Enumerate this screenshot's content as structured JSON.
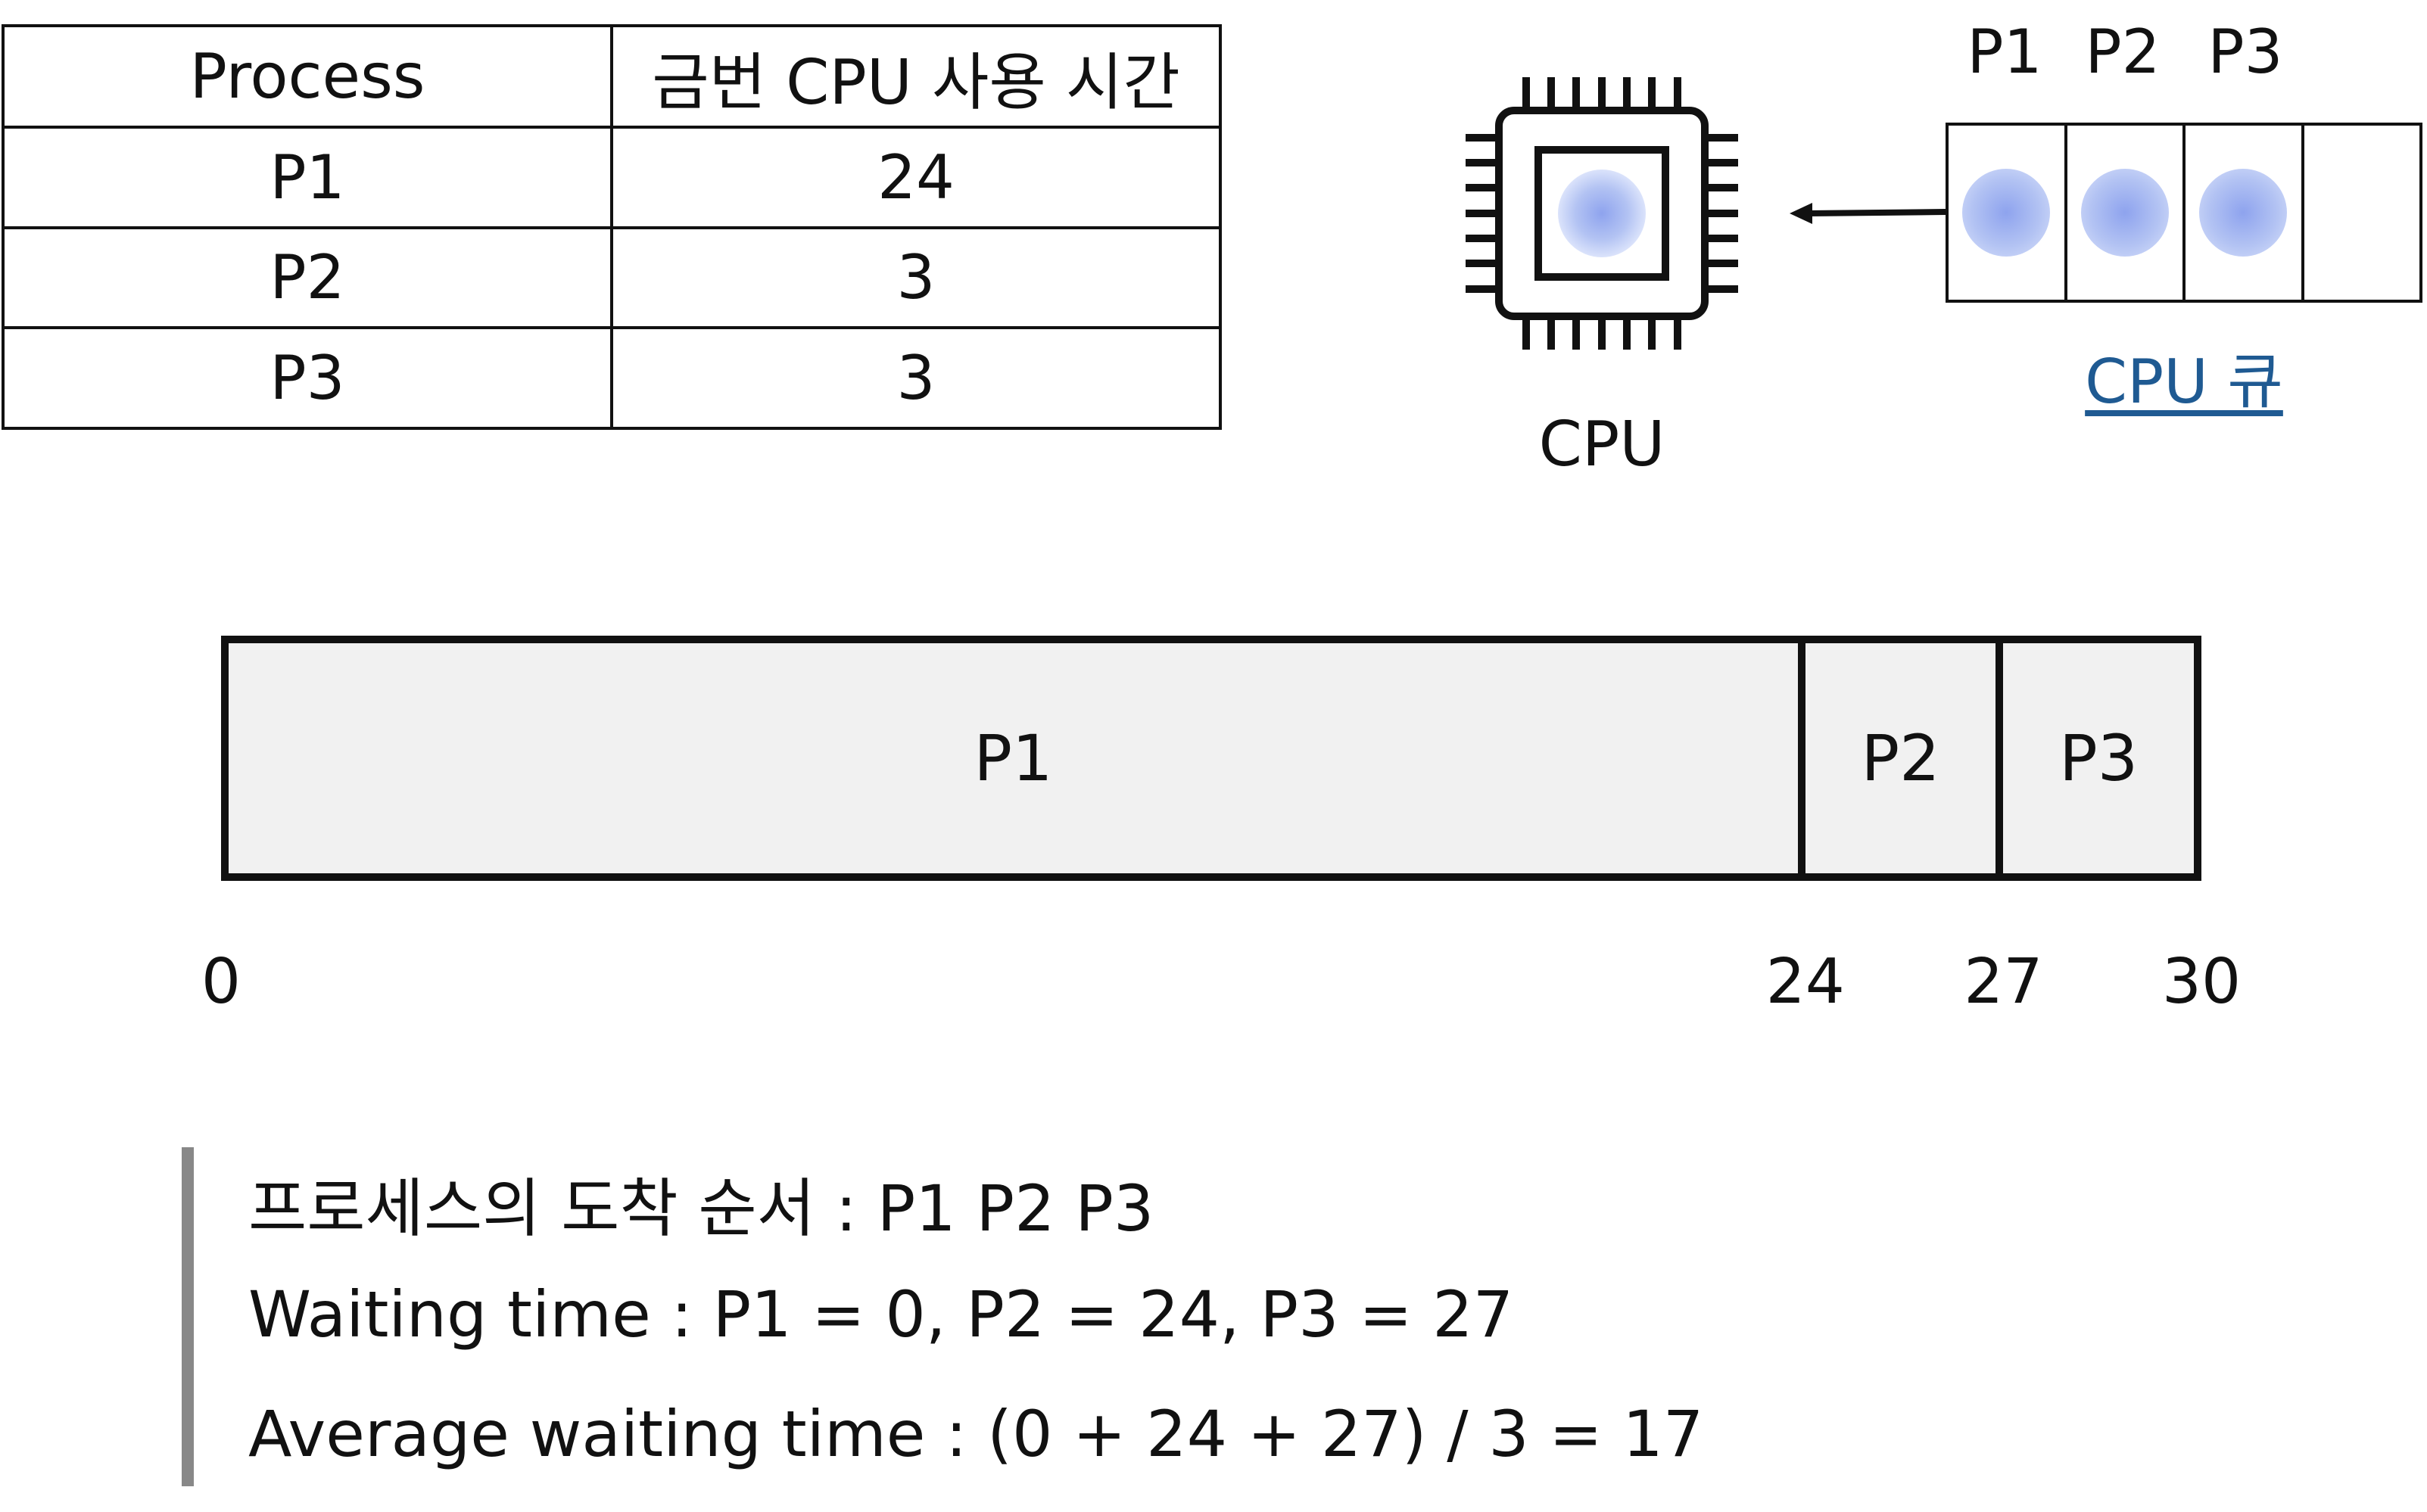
{
  "table": {
    "headers": [
      "Process",
      "금번 CPU 사용 시간"
    ],
    "rows": [
      {
        "process": "P1",
        "burst": "24"
      },
      {
        "process": "P2",
        "burst": "3"
      },
      {
        "process": "P3",
        "burst": "3"
      }
    ]
  },
  "cpu": {
    "label": "CPU",
    "icon": "cpu-chip-icon"
  },
  "queue": {
    "labels": [
      "P1",
      "P2",
      "P3"
    ],
    "caption": "CPU 큐",
    "slot_count": 4,
    "filled_slots": 3,
    "ball_color": "#9eb2f0"
  },
  "chart_data": {
    "type": "gantt",
    "segments": [
      {
        "label": "P1",
        "start": 0,
        "end": 24
      },
      {
        "label": "P2",
        "start": 24,
        "end": 27
      },
      {
        "label": "P3",
        "start": 27,
        "end": 30
      }
    ],
    "ticks": [
      "0",
      "24",
      "27",
      "30"
    ],
    "xlim": [
      0,
      30
    ],
    "fill": "#f1f1f1"
  },
  "notes": {
    "order": "프로세스의 도착 순서 : P1 P2 P3",
    "waiting": "Waiting time : P1 = 0, P2 = 24, P3 = 27",
    "average": "Average waiting time : (0 + 24 + 27) / 3 = 17"
  }
}
